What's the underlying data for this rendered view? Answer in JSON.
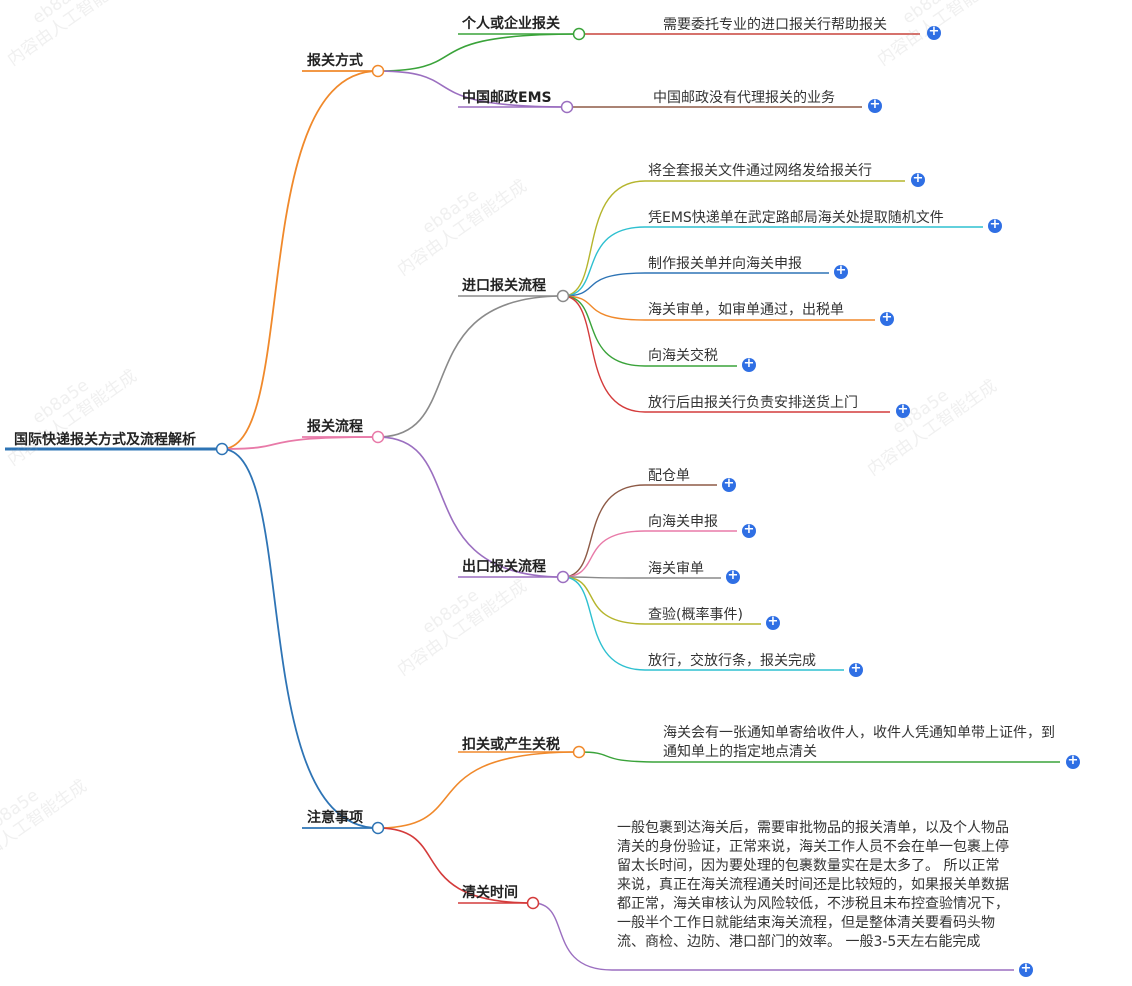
{
  "root": {
    "label": "国际快递报关方式及流程解析"
  },
  "branches": [
    {
      "label": "报关方式",
      "children": [
        {
          "label": "个人或企业报关",
          "children": [
            {
              "label": "需要委托专业的进口报关行帮助报关"
            }
          ]
        },
        {
          "label": "中国邮政EMS",
          "children": [
            {
              "label": "中国邮政没有代理报关的业务"
            }
          ]
        }
      ]
    },
    {
      "label": "报关流程",
      "children": [
        {
          "label": "进口报关流程",
          "children": [
            {
              "label": "将全套报关文件通过网络发给报关行"
            },
            {
              "label": "凭EMS快递单在武定路邮局海关处提取随机文件"
            },
            {
              "label": "制作报关单并向海关申报"
            },
            {
              "label": "海关审单，如审单通过，出税单"
            },
            {
              "label": "向海关交税"
            },
            {
              "label": "放行后由报关行负责安排送货上门"
            }
          ]
        },
        {
          "label": "出口报关流程",
          "children": [
            {
              "label": "配仓单"
            },
            {
              "label": "向海关申报"
            },
            {
              "label": "海关审单"
            },
            {
              "label": "查验(概率事件)"
            },
            {
              "label": "放行，交放行条，报关完成"
            }
          ]
        }
      ]
    },
    {
      "label": "注意事项",
      "children": [
        {
          "label": "扣关或产生关税",
          "children": [
            {
              "label": "海关会有一张通知单寄给收件人，收件人凭通知单带上证件，到通知单上的指定地点清关"
            }
          ]
        },
        {
          "label": "清关时间",
          "children": [
            {
              "label": "一般包裹到达海关后，需要审批物品的报关清单，以及个人物品清关的身份验证，正常来说，海关工作人员不会在单一包裹上停留太长时间，因为要处理的包裹数量实在是太多了。 所以正常来说，真正在海关流程通关时间还是比较短的，如果报关单数据都正常，海关审核认为风险较低，不涉税且未布控查验情况下，一般半个工作日就能结束海关流程，但是整体清关要看码头物流、商检、边防、港口部门的效率。 一般3-5天左右能完成"
            }
          ]
        }
      ]
    }
  ],
  "expand_symbol": "+",
  "watermark": {
    "line1": "eb8a5e",
    "line2": "内容由人工智能生成"
  },
  "colors": {
    "root": "#2e74b5",
    "branch_1": "#f0892b",
    "branch_2": "#e87aa8",
    "branch_3": "#2e74b5",
    "sub_1_1": "#3aa33a",
    "sub_1_2": "#9b6fc0",
    "sub_2_1": "#8a8a8a",
    "sub_2_2": "#9b6fc0",
    "sub_3_1": "#f0892b",
    "sub_3_2": "#d43b3b",
    "leaf_red": "#c9443c",
    "leaf_brown": "#8d5a46",
    "leaf_olive": "#b5b52d",
    "leaf_cyan": "#2ec0d0",
    "leaf_blue": "#2e74b5",
    "leaf_orange": "#f0892b",
    "leaf_green": "#3aa33a",
    "leaf_red2": "#d43b3b",
    "leaf_pink": "#e87aa8",
    "leaf_gray": "#8a8a8a",
    "leaf_purple": "#9b6fc0",
    "plus": "#2f6fe4"
  }
}
